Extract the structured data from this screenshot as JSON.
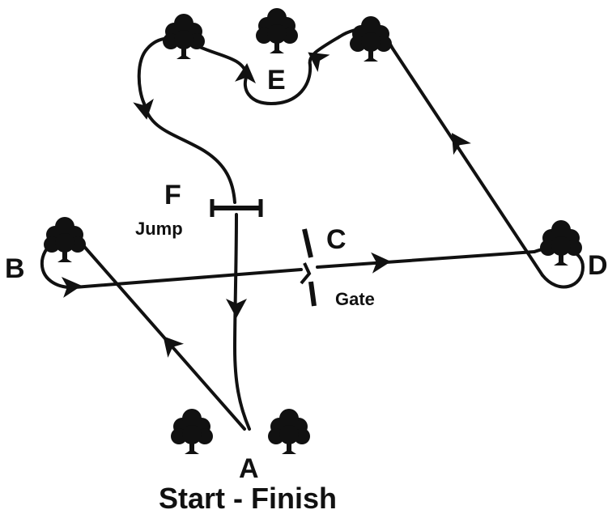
{
  "labels": {
    "a": "A",
    "b": "B",
    "c": "C",
    "d": "D",
    "e": "E",
    "f": "F",
    "jump": "Jump",
    "gate": "Gate",
    "start_finish": "Start - Finish"
  },
  "colors": {
    "ink": "#111111",
    "background": "#ffffff"
  },
  "icons": [
    "tree-icon",
    "arrow-icon",
    "jump-bar-icon",
    "gate-icon"
  ]
}
